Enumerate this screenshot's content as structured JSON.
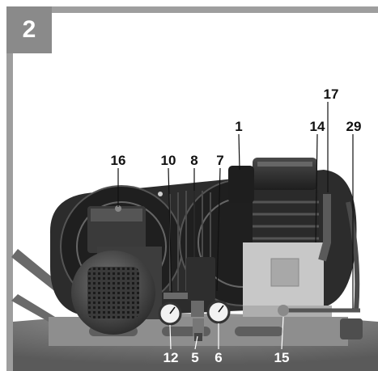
{
  "figure_number": "2",
  "callouts": {
    "c1": "1",
    "c5": "5",
    "c6": "6",
    "c7": "7",
    "c8": "8",
    "c10": "10",
    "c12": "12",
    "c14": "14",
    "c15": "15",
    "c16": "16",
    "c17": "17",
    "c29": "29"
  },
  "colors": {
    "frame": "#9e9e9e",
    "badge": "#8a8a8a",
    "photo_dark": "#2a2a2a",
    "photo_mid": "#6e6e6e",
    "photo_light": "#bdbdbd"
  }
}
